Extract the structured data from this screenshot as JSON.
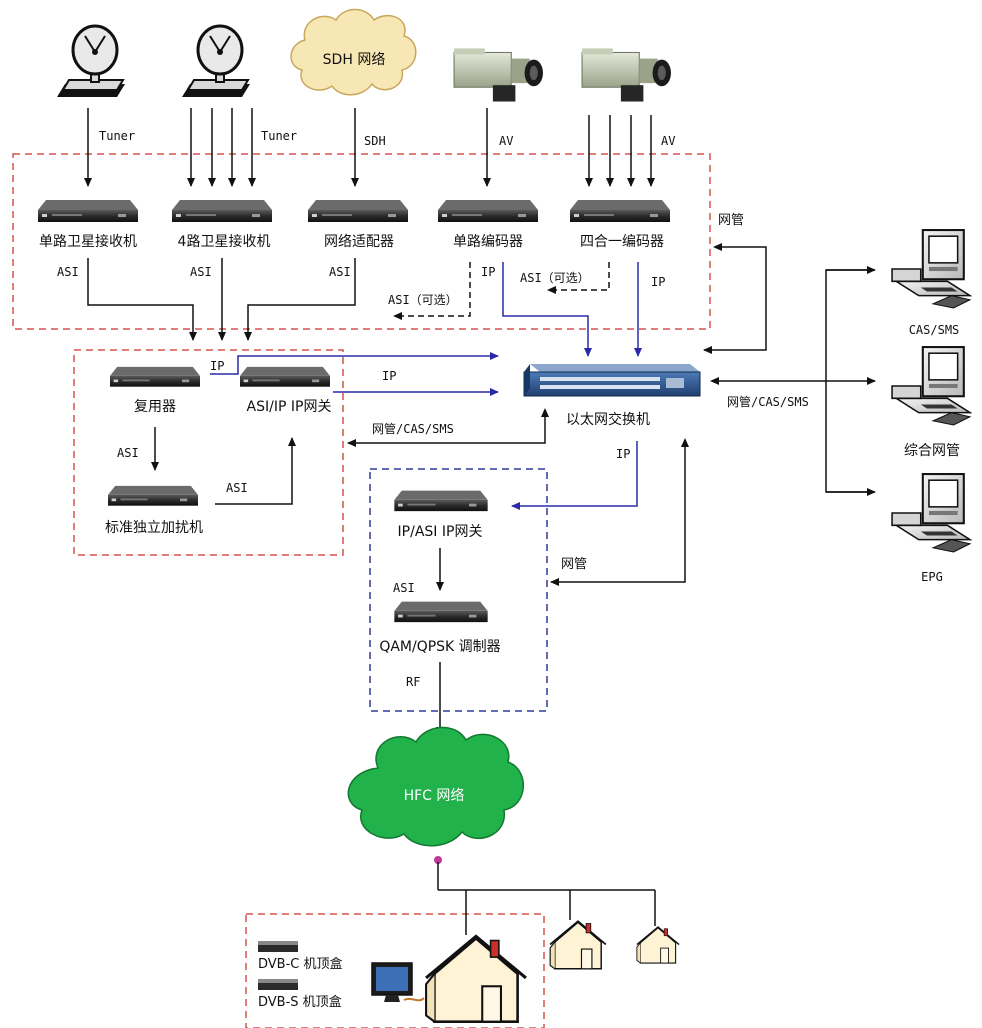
{
  "sources": {
    "sdh_cloud": "SDH 网络",
    "tuner_1": "Tuner",
    "tuner_2": "Tuner",
    "sdh": "SDH",
    "av_1": "AV",
    "av_2": "AV"
  },
  "devices": {
    "single_sat_receiver": "单路卫星接收机",
    "quad_sat_receiver": "4路卫星接收机",
    "network_adapter": "网络适配器",
    "single_encoder": "单路编码器",
    "quad_encoder": "四合一编码器",
    "multiplexer": "复用器",
    "asi_ip_gateway": "ASI/IP IP网关",
    "scrambler": "标准独立加扰机",
    "ethernet_switch": "以太网交换机",
    "ip_asi_gateway": "IP/ASI IP网关",
    "modulator": "QAM/QPSK 调制器"
  },
  "links": {
    "asi_1": "ASI",
    "asi_2": "ASI",
    "asi_3": "ASI",
    "asi_optional_1": "ASI（可选）",
    "asi_optional_2": "ASI（可选）",
    "ip_enc1": "IP",
    "ip_enc2": "IP",
    "ip_mux": "IP",
    "ip_gw": "IP",
    "asi_mux_scr": "ASI",
    "asi_scr_gw": "ASI",
    "mgmt_cas_sms_left": "网管/CAS/SMS",
    "mgmt_cas_sms_right": "网管/CAS/SMS",
    "mgmt_top": "网管",
    "ip_switch_down": "IP",
    "mgmt_bottom": "网管",
    "asi_mod": "ASI",
    "rf": "RF"
  },
  "servers": {
    "cas_sms": "CAS/SMS",
    "integrated_mgmt": "综合网管",
    "epg": "EPG"
  },
  "network": {
    "hfc_cloud": "HFC 网络"
  },
  "stb": {
    "dvb_c": "DVB-C 机顶盒",
    "dvb_s": "DVB-S 机顶盒"
  },
  "colors": {
    "red_dash": "#d9534f",
    "blue_dash": "#2b3a9c",
    "blue_line": "#2a2aa8",
    "cloud_green": "#22b24c",
    "cloud_cream": "#f7e7b4"
  }
}
